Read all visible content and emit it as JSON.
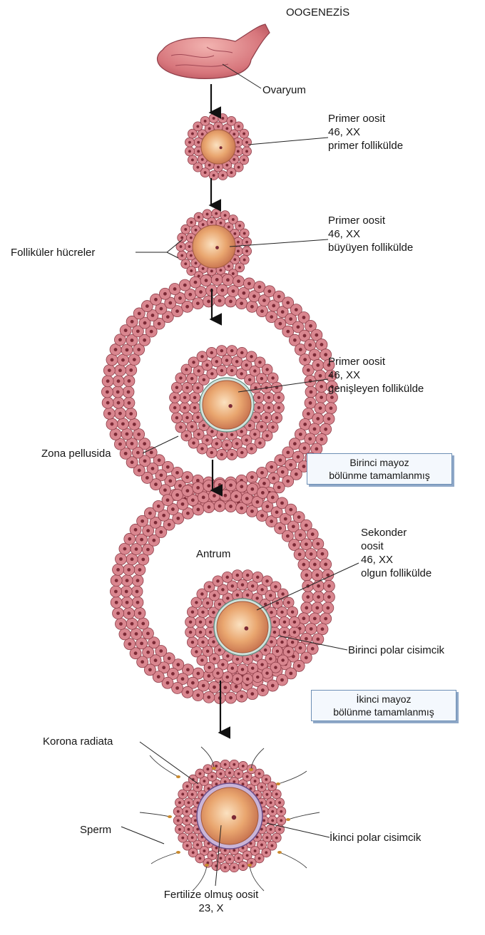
{
  "title": "OOGENEZİS",
  "stages": {
    "ovary": {
      "label": "Ovaryum"
    },
    "primary_follicle": {
      "lines": [
        "Primer oosit",
        "46, XX",
        "primer follikülde"
      ]
    },
    "growing_follicle": {
      "lines": [
        "Primer oosit",
        "46, XX",
        "büyüyen follikülde"
      ],
      "side_label": "Folliküler hücreler"
    },
    "expanding_follicle": {
      "lines": [
        "Primer oosit",
        "46, XX",
        "genişleyen follikülde"
      ],
      "side_label": "Zona pellusida"
    },
    "mature_follicle": {
      "lines": [
        "Sekonder",
        "oosit",
        "46, XX",
        "olgun follikülde"
      ],
      "cavity_label": "Antrum",
      "polar_label": "Birinci polar cisimcik"
    },
    "fertilized": {
      "corona_label": "Korona radiata",
      "sperm_label": "Sperm",
      "polar_label": "İkinci polar cisimcik",
      "oocyte_lines": [
        "Fertilize olmuş oosit",
        "23, X"
      ]
    }
  },
  "boxes": {
    "first_meiosis": [
      "Birinci mayoz",
      "bölünme tamamlanmış"
    ],
    "second_meiosis": [
      "İkinci mayoz",
      "bölünme tamamlanmış"
    ]
  },
  "colors": {
    "cell_fill": "#d9868f",
    "cell_edge": "#8e3d48",
    "nucleus": "#7c2a36",
    "oocyte": "#f0b37e",
    "zona": "#cfe3dc",
    "box_border": "#6d8fb5"
  }
}
